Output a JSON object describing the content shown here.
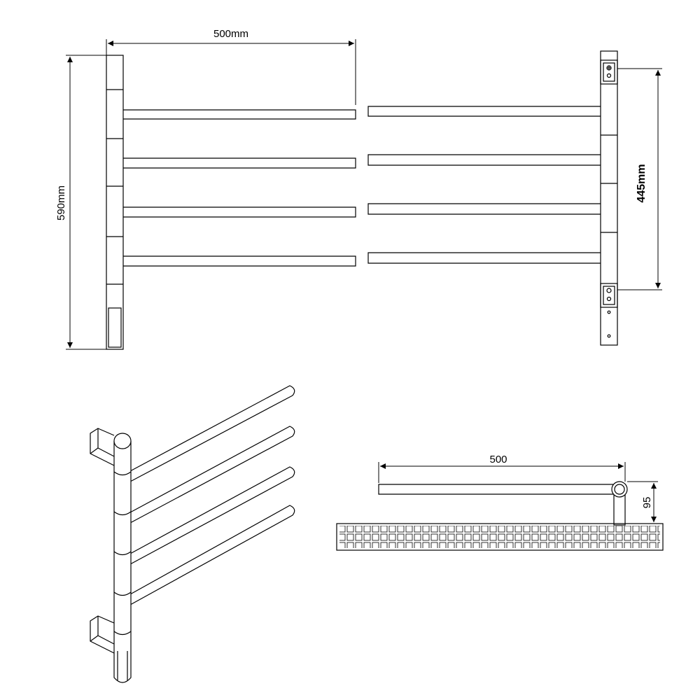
{
  "drawing": {
    "front_view": {
      "width_dim": "500mm",
      "height_dim": "590mm",
      "bracket_spacing_dim": "445mm"
    },
    "side_view": {
      "length_dim": "500",
      "depth_dim": "95"
    }
  },
  "colors": {
    "line": "#000000",
    "background": "#ffffff"
  }
}
